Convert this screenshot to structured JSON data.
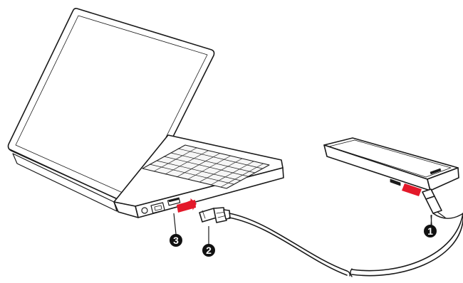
{
  "diagram": {
    "colors": {
      "line": "#1a1a1a",
      "arrow": "#e3192a",
      "callout_fill": "#111111",
      "callout_text": "#ffffff",
      "background": "#ffffff"
    },
    "callouts": [
      {
        "label": "1",
        "refers_to": "micro-usb-connector-on-drive"
      },
      {
        "label": "2",
        "refers_to": "usb-a-plug"
      },
      {
        "label": "3",
        "refers_to": "laptop-usb-port"
      }
    ]
  }
}
